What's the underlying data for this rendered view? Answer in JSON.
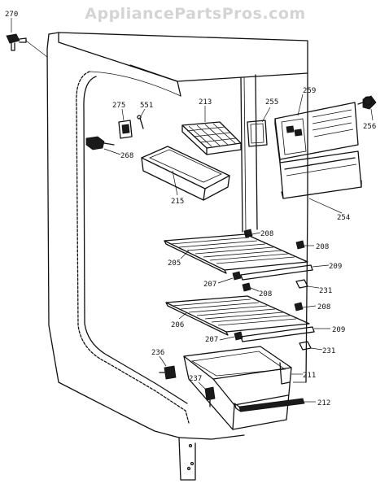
{
  "watermark": "AppliancePartsPros.com",
  "callouts": [
    {
      "id": "c270",
      "text": "270"
    },
    {
      "id": "c275",
      "text": "275"
    },
    {
      "id": "c551",
      "text": "551"
    },
    {
      "id": "c213",
      "text": "213"
    },
    {
      "id": "c255",
      "text": "255"
    },
    {
      "id": "c259",
      "text": "259"
    },
    {
      "id": "c256",
      "text": "256"
    },
    {
      "id": "c268",
      "text": "268"
    },
    {
      "id": "c215",
      "text": "215"
    },
    {
      "id": "c254",
      "text": "254"
    },
    {
      "id": "c208a",
      "text": "208"
    },
    {
      "id": "c208b",
      "text": "208"
    },
    {
      "id": "c205",
      "text": "205"
    },
    {
      "id": "c209a",
      "text": "209"
    },
    {
      "id": "c207a",
      "text": "207"
    },
    {
      "id": "c208c",
      "text": "208"
    },
    {
      "id": "c231a",
      "text": "231"
    },
    {
      "id": "c208d",
      "text": "208"
    },
    {
      "id": "c206",
      "text": "206"
    },
    {
      "id": "c207b",
      "text": "207"
    },
    {
      "id": "c209b",
      "text": "209"
    },
    {
      "id": "c231b",
      "text": "231"
    },
    {
      "id": "c236",
      "text": "236"
    },
    {
      "id": "c211",
      "text": "211"
    },
    {
      "id": "c237",
      "text": "237"
    },
    {
      "id": "c212",
      "text": "212"
    }
  ]
}
